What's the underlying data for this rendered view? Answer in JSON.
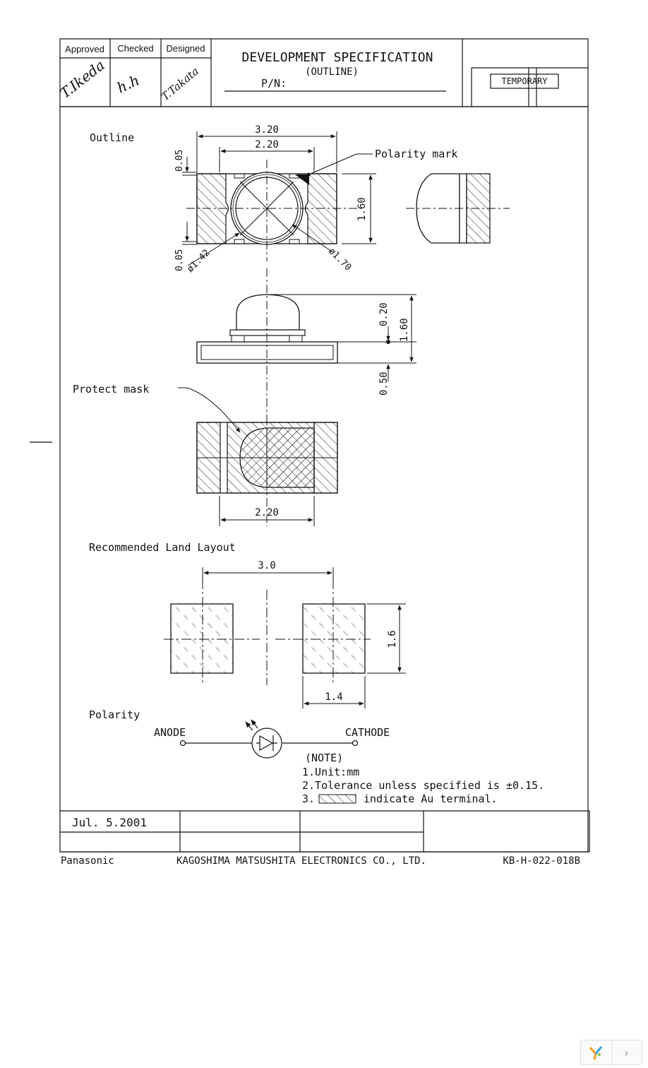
{
  "title_block": {
    "approved_label": "Approved",
    "checked_label": "Checked",
    "designed_label": "Designed",
    "approved_signature": "T.Ikeda",
    "checked_signature": "h.h",
    "designed_signature": "T.Takata",
    "doc_title": "DEVELOPMENT SPECIFICATION",
    "doc_subtitle": "(OUTLINE)",
    "pn_label": "P/N:",
    "status_stamp": "TEMPORARY"
  },
  "outline": {
    "section_label": "Outline",
    "dim_total_width": "3.20",
    "dim_inner_width": "2.20",
    "dim_top_gap": "0.05",
    "dim_bottom_gap": "0.05",
    "dim_height": "1.60",
    "dim_diameter_small": "ø1.42",
    "dim_diameter_large": "ø1.70",
    "polarity_mark_label": "Polarity mark"
  },
  "side_view": {
    "dim_dome_offset": "0.20",
    "dim_total_height": "1.60",
    "dim_base_height": "0.50"
  },
  "bottom_view": {
    "protect_mask_label": "Protect mask",
    "dim_width": "2.20"
  },
  "land_layout": {
    "section_label": "Recommended Land Layout",
    "dim_pitch": "3.0",
    "dim_height": "1.6",
    "dim_pad_width": "1.4"
  },
  "polarity": {
    "section_label": "Polarity",
    "anode_label": "ANODE",
    "cathode_label": "CATHODE"
  },
  "notes": {
    "heading": "(NOTE)",
    "note1": "1.Unit:mm",
    "note2": "2.Tolerance unless specified is ±0.15.",
    "note3_prefix": "3.",
    "note3_suffix": "indicate Au terminal."
  },
  "footer": {
    "date": "Jul. 5.2001",
    "brand": "Panasonic",
    "company": "KAGOSHIMA MATSUSHITA ELECTRONICS CO., LTD.",
    "doc_number": "KB-H-022-018B"
  }
}
